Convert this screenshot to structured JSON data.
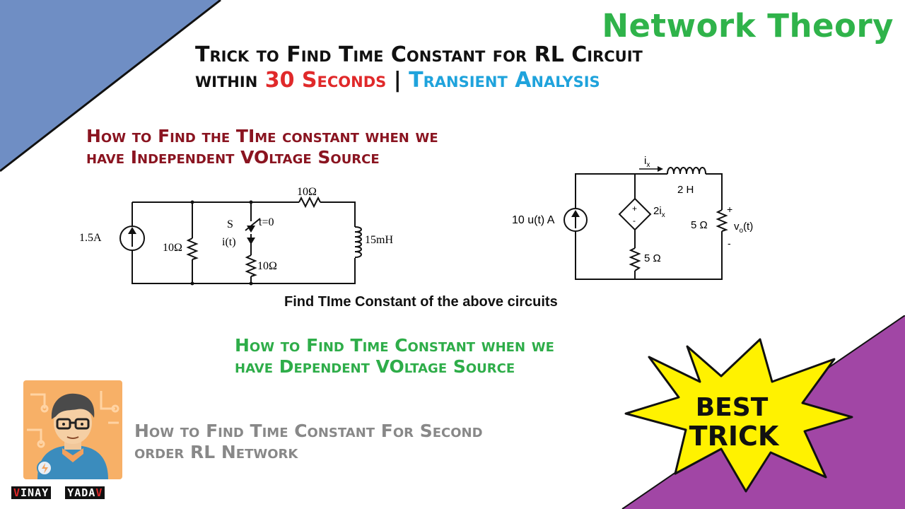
{
  "brand": "Network Theory",
  "title": {
    "line1": "Trick to Find Time Constant for RL Circuit",
    "line2_pre": "within ",
    "line2_red": "30 Seconds",
    "line2_sep": " | ",
    "line2_blue": "Transient Analysis"
  },
  "heading_independent": [
    "How to Find the TIme constant when we",
    "have Independent VOltage Source"
  ],
  "heading_dependent": [
    "How to Find Time Constant when we",
    "have Dependent VOltage Source"
  ],
  "heading_second_order": [
    "How to Find Time Constant For Second",
    "order RL Network"
  ],
  "caption": "Find TIme Constant of the above circuits",
  "circuit1": {
    "source": "1.5A",
    "r_shunt": "10Ω",
    "r_top": "10Ω",
    "switch": "S",
    "switch_time": "t=0",
    "current": "i(t)",
    "r_branch": "10Ω",
    "inductor": "15mH"
  },
  "circuit2": {
    "source": "10 u(t)  A",
    "dep_source": "2i",
    "dep_sub": "x",
    "current": "i",
    "current_sub": "x",
    "inductor": "2 H",
    "r_bottom": "5 Ω",
    "r_out": "5 Ω",
    "vout": "v",
    "vout_sub": "o",
    "vout_tail": "(t)",
    "plus": "+",
    "minus": "-"
  },
  "badge": {
    "line1": "BEST",
    "line2": "TRICK"
  },
  "author": {
    "first_initial": "V",
    "first_rest": "INAY",
    "last_main": "YADA",
    "last_initial": "V"
  },
  "colors": {
    "brand": "#2fb34a",
    "accent_red": "#e0292a",
    "accent_blue": "#1fa3dc",
    "corner_blue": "#6f8ec4",
    "corner_purple": "#a146a5",
    "star": "#fff200"
  }
}
